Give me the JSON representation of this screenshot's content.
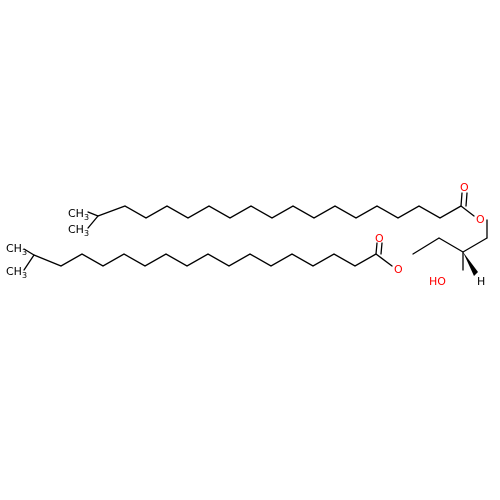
{
  "molecule": {
    "labels": {
      "upper_methyl": "CH3",
      "lower_methyl": "CH3",
      "upper_carbonyl_o": "O",
      "upper_ester_o": "O",
      "lower_carbonyl_o": "O",
      "lower_ester_o": "O",
      "hydroxyl": "HO",
      "stereo_h": "H"
    },
    "colors": {
      "bond": "#000000",
      "oxygen": "#ff0000"
    }
  }
}
